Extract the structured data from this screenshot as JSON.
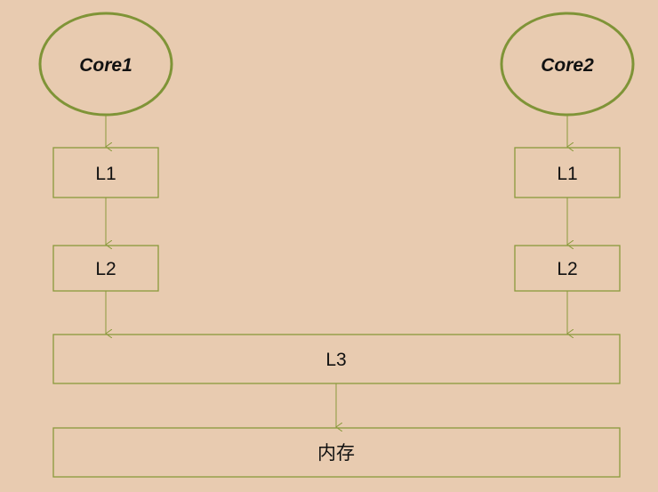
{
  "colors": {
    "background": "#e8cbb0",
    "stroke": "#8a9a3c",
    "core_stroke": "#7f9437"
  },
  "diagram": {
    "core1": {
      "label": "Core1"
    },
    "core2": {
      "label": "Core2"
    },
    "core1_l1": {
      "label": "L1"
    },
    "core1_l2": {
      "label": "L2"
    },
    "core2_l1": {
      "label": "L1"
    },
    "core2_l2": {
      "label": "L2"
    },
    "l3": {
      "label": "L3"
    },
    "memory": {
      "label": "内存"
    }
  }
}
